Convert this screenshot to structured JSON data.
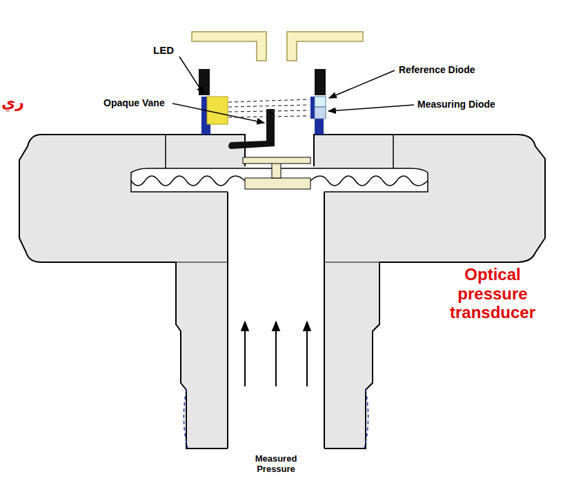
{
  "diagram": {
    "labels": [
      "LED",
      "Reference Diode",
      "ري",
      "Opaque Vane",
      "Measuring Diode",
      "Optical pressure transducer",
      "Measured Pressure"
    ]
  }
}
